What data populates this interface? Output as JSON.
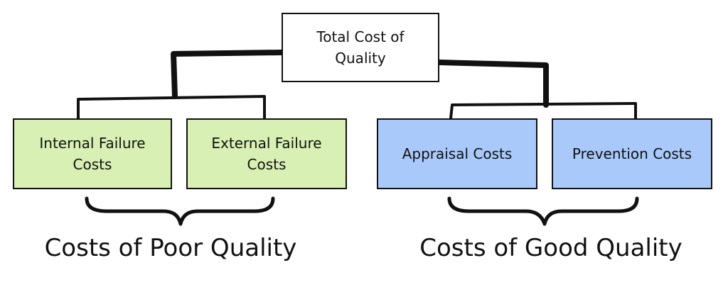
{
  "colors": {
    "poor_fill": "#d9f0b4",
    "good_fill": "#a9c9fb",
    "stroke": "#111111"
  },
  "root": {
    "label": "Total Cost of Quality"
  },
  "poor_quality": {
    "caption": "Costs of Poor Quality",
    "items": [
      {
        "label": "Internal Failure Costs"
      },
      {
        "label": "External Failure Costs"
      }
    ]
  },
  "good_quality": {
    "caption": "Costs of Good Quality",
    "items": [
      {
        "label": "Appraisal Costs"
      },
      {
        "label": "Prevention Costs"
      }
    ]
  }
}
